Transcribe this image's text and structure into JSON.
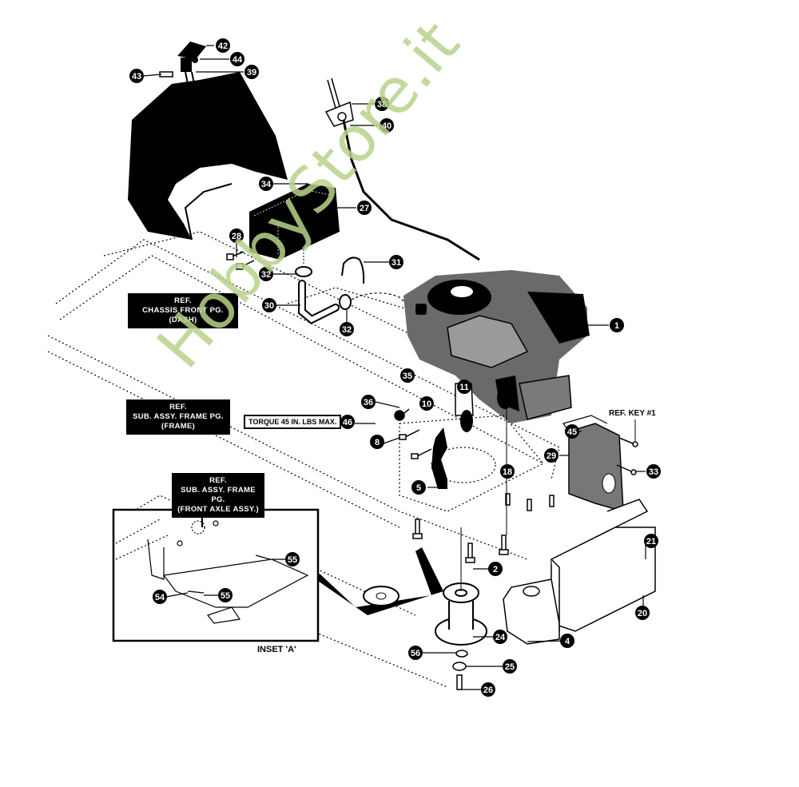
{
  "diagram": {
    "type": "exploded-parts-diagram",
    "subject": "Lawn tractor engine, muffler, fuel tank and drive pulley assembly",
    "watermark": "HobbyStore.it",
    "watermark_color": "#b8d38a",
    "reference_boxes": [
      {
        "id": "dash",
        "lines": [
          "REF.",
          "CHASSIS FRONT PG.",
          "(DASH)"
        ]
      },
      {
        "id": "frame",
        "lines": [
          "REF.",
          "SUB. ASSY. FRAME PG.",
          "(FRAME)"
        ]
      },
      {
        "id": "front-axle",
        "lines": [
          "REF.",
          "SUB. ASSY. FRAME PG.",
          "(FRONT AXLE ASSY.)"
        ]
      }
    ],
    "torque_note": "TORQUE 45 IN. LBS MAX.",
    "ref_key_label": "REF. KEY #1",
    "inset_label": "INSET 'A'",
    "callouts": [
      "42",
      "44",
      "43",
      "39",
      "38",
      "40",
      "34",
      "27",
      "28",
      "32",
      "31",
      "30",
      "32",
      "1",
      "35",
      "36",
      "10",
      "11",
      "46",
      "8",
      "5",
      "18",
      "45",
      "29",
      "33",
      "21",
      "2",
      "20",
      "24",
      "4",
      "56",
      "25",
      "26",
      "55",
      "54",
      "55"
    ]
  }
}
